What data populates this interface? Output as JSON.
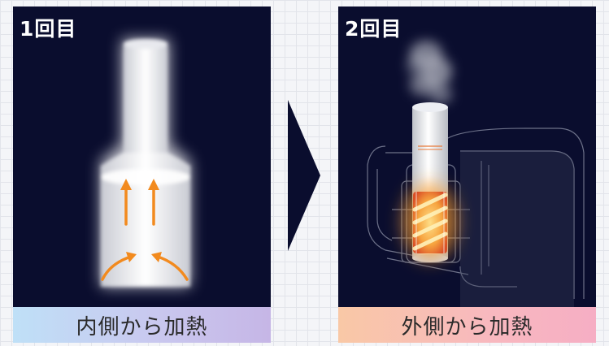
{
  "panels": [
    {
      "step": "1回目",
      "caption": "内側から加熱"
    },
    {
      "step": "2回目",
      "caption": "外側から加熱"
    }
  ],
  "colors": {
    "panel_background": "#0a0d2e",
    "heat_arrow": "#f28a1e",
    "caption_1_gradient": [
      "#bfe0f7",
      "#c6b6e6"
    ],
    "caption_2_gradient": [
      "#f9c8a6",
      "#f6aec4"
    ]
  },
  "icons": [
    "next-step-arrow-icon",
    "heat-arrow-icon"
  ]
}
